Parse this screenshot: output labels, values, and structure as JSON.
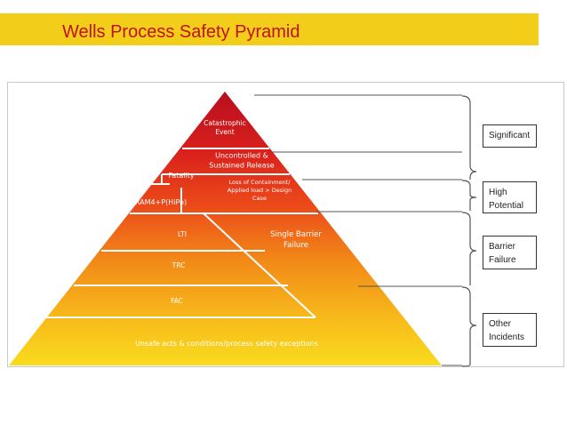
{
  "title": "Wells Process Safety Pyramid",
  "pyramid": {
    "levels": [
      {
        "lines": [
          "Catastrophic",
          "Event"
        ],
        "color": "#c2121c"
      },
      {
        "lines": [
          "Uncontrolled &",
          "Sustained Release"
        ],
        "color": "#d81f1d"
      },
      {
        "lines": [
          "Fatality"
        ],
        "color": "#e02a1c"
      },
      {
        "lines": [
          "RAM4+P(HiPo)"
        ],
        "color": "#e8431a"
      },
      {
        "lines": [
          "Loss of Containment/",
          "Applied load > Design",
          "Case"
        ],
        "color": "#e8431a"
      },
      {
        "lines": [
          "LTI"
        ],
        "color": "#f06818"
      },
      {
        "lines": [
          "Single Barrier",
          "Failure"
        ],
        "color": "#f07a17"
      },
      {
        "lines": [
          "TRC"
        ],
        "color": "#f59418"
      },
      {
        "lines": [
          "FAC"
        ],
        "color": "#f8b41a"
      },
      {
        "lines": [
          "Unsafe acts & conditions/process safety exceptions"
        ],
        "color": "#f7d11c"
      }
    ]
  },
  "categories": [
    {
      "lines": [
        "Significant"
      ]
    },
    {
      "lines": [
        "High",
        "Potential"
      ]
    },
    {
      "lines": [
        "Barrier",
        "Failure"
      ]
    },
    {
      "lines": [
        "Other",
        "Incidents"
      ]
    }
  ]
}
